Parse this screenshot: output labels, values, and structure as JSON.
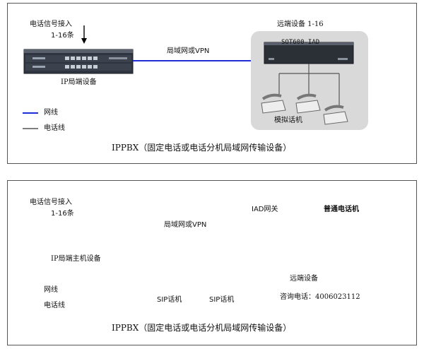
{
  "top": {
    "signal_in_1": "电话信号接入",
    "signal_in_2": "1-16条",
    "main_device_label": "IP局端设备",
    "link_label": "局域网或VPN",
    "remote_title": "远端设备 1-16",
    "iad_model": "SOT600-IAD",
    "analog_phone_label": "模拟话机",
    "legend_net": "网线",
    "legend_phone": "电话线",
    "caption": "IPPBX（固定电话或电话分机局域网传输设备）",
    "colors": {
      "net_line": "#1f2dd6",
      "phone_line": "#333333",
      "remote_bg": "#d9d9d9"
    }
  },
  "bottom": {
    "signal_in_1": "电话信号接入",
    "signal_in_2": "1-16条",
    "main_device_label": "IP局端主机设备",
    "link_label": "局域网或VPN",
    "iad_label": "IAD网关",
    "phone_label": "普通电话机",
    "sip_phone_1": "SIP话机",
    "sip_phone_2": "SIP话机",
    "remote_label": "远端设备",
    "hotline": "咨询电话：4006023112",
    "legend_net": "网线",
    "legend_phone": "电话线",
    "caption": "IPPBX（固定电话或电话分机局域网传输设备）"
  }
}
